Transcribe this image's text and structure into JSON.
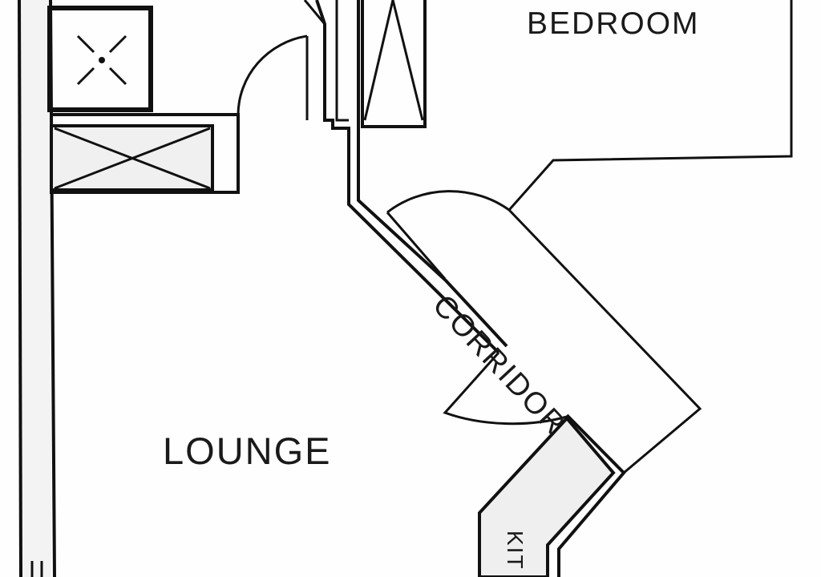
{
  "rooms": {
    "bedroom": "BEDROOM",
    "corridor": "CORRIDOR",
    "lounge": "LOUNGE",
    "kitchen": "KIT"
  },
  "colors": {
    "line": "#111111",
    "fill": "#efefef"
  }
}
